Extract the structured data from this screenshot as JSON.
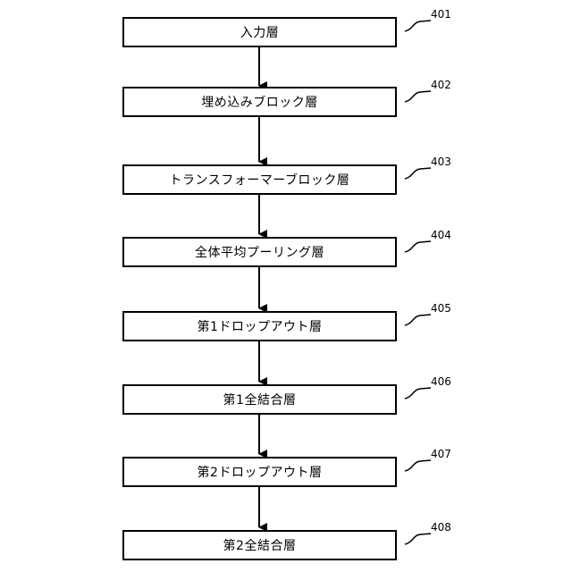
{
  "layers": [
    {
      "label": "入力層",
      "ref": "401"
    },
    {
      "label": "埋め込みブロック層",
      "ref": "402"
    },
    {
      "label": "トランスフォーマーブロック層",
      "ref": "403"
    },
    {
      "label": "全体平均プーリング層",
      "ref": "404"
    },
    {
      "label": "第1ドロップアウト層",
      "ref": "405"
    },
    {
      "label": "第1全結合層",
      "ref": "406"
    },
    {
      "label": "第2ドロップアウト層",
      "ref": "407"
    },
    {
      "label": "第2全結合層",
      "ref": "408"
    }
  ]
}
